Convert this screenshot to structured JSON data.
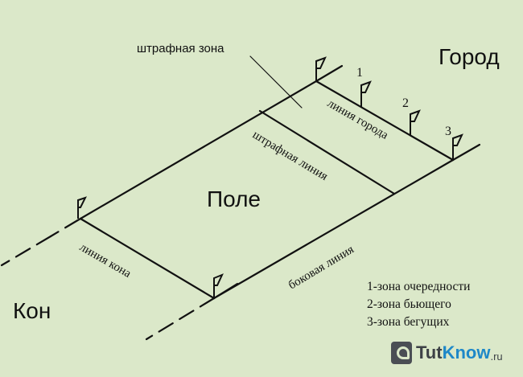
{
  "labels": {
    "penalty_zone": "штрафная зона",
    "city": "Город",
    "field": "Поле",
    "kon": "Кон",
    "city_line": "линия города",
    "penalty_line": "штрафная линия",
    "kon_line": "линия кона",
    "side_line": "боковая линия",
    "n1": "1",
    "n2": "2",
    "n3": "3"
  },
  "legend": [
    "1-зона очередности",
    "2-зона бьющего",
    "3-зона бегущих"
  ],
  "watermark": {
    "part1": "Tut",
    "part2": "Know",
    "part3": ".ru"
  },
  "colors": {
    "background": "#dbe8c9",
    "lines": "#111111",
    "watermark_accent": "#1e88c8"
  }
}
